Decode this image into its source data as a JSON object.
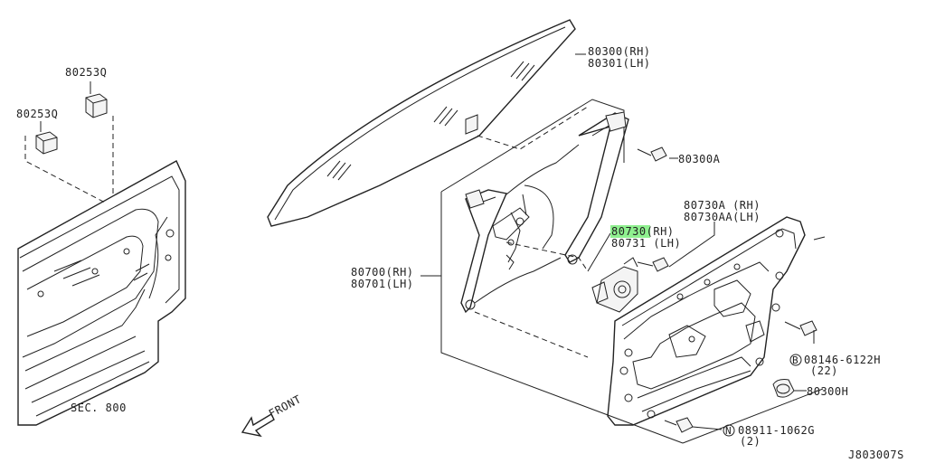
{
  "labels": {
    "glass_rh": "80300(RH)",
    "glass_lh": "80301(LH)",
    "clip_top": "80253Q",
    "clip_left": "80253Q",
    "bolt_glass": "80300A",
    "motor_rh_a": "80730A (RH)",
    "motor_lh_aa": "80730AA(LH)",
    "motor_rh": "80730",
    "motor_rh_suffix": "(RH)",
    "motor_lh": "80731 (LH)",
    "regulator_rh": "80700(RH)",
    "regulator_lh": "80701(LH)",
    "bolt_b": "08146-6122H",
    "bolt_b_qty": "(22)",
    "grommet": "80300H",
    "nut_n": "08911-1062G",
    "nut_n_qty": "(2)",
    "section_ref": "SEC. 800",
    "front_arrow": "FRONT",
    "diagram_id": "J803007S"
  },
  "symbols": {
    "bolt_prefix": "B",
    "nut_prefix": "N"
  },
  "colors": {
    "highlight": "#8ff08f",
    "ink": "#222222"
  }
}
